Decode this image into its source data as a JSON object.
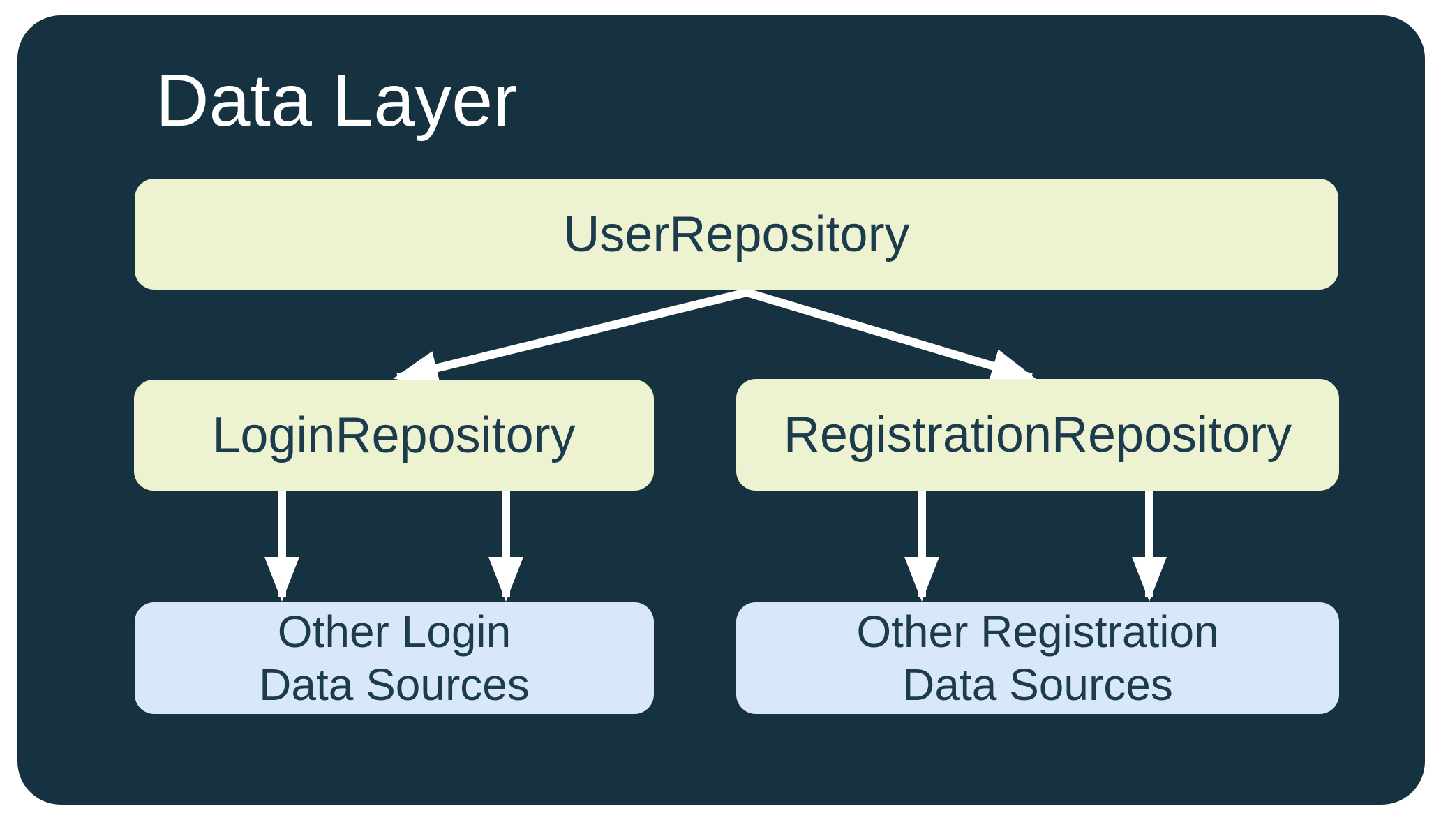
{
  "diagram": {
    "title": "Data Layer"
  },
  "colors": {
    "page_bg": "#ffffff",
    "navy": "#16313F",
    "repo_box": "#EDF2D0",
    "source_box": "#D9E8F9",
    "label_text": "#1C3B4D",
    "title_text": "#FFFFFF",
    "arrow": "#FFFFFF"
  },
  "nodes": {
    "user_repository": {
      "label": "UserRepository"
    },
    "login_repository": {
      "label": "LoginRepository"
    },
    "registration_repository": {
      "label": "RegistrationRepository"
    },
    "other_login_sources": {
      "lines": [
        "Other Login",
        "Data Sources"
      ]
    },
    "other_registration_sources": {
      "lines": [
        "Other Registration",
        "Data Sources"
      ]
    }
  },
  "edges": [
    {
      "from": "UserRepository",
      "to": "LoginRepository"
    },
    {
      "from": "UserRepository",
      "to": "RegistrationRepository"
    },
    {
      "from": "LoginRepository",
      "to": "Other Login Data Sources",
      "count": 2
    },
    {
      "from": "RegistrationRepository",
      "to": "Other Registration Data Sources",
      "count": 2
    }
  ]
}
